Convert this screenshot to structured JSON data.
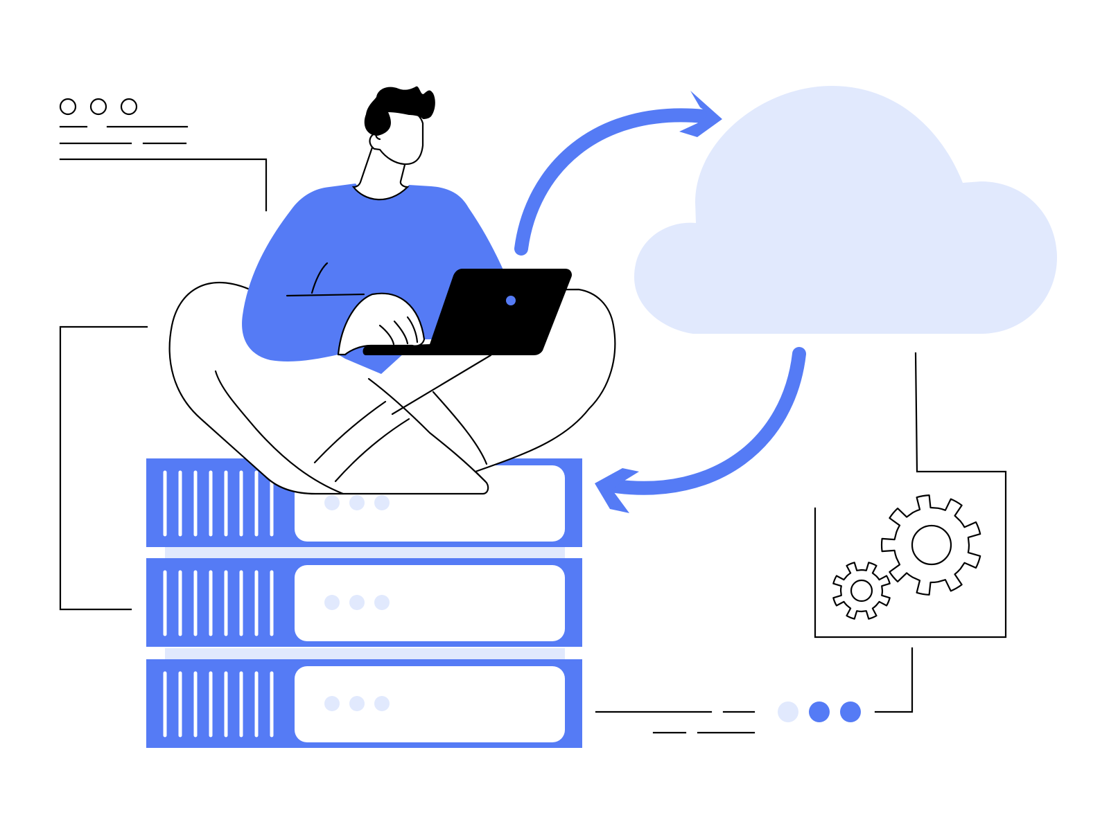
{
  "colors": {
    "accent": "#557bf5",
    "cloud_fill": "#e1e9fd",
    "server_dot": "#e1e9fd",
    "outline": "#000000",
    "background": "#ffffff"
  },
  "icons": [
    "window-dots-icon",
    "cloud-icon",
    "server-rack-icon",
    "gear-icon",
    "laptop-icon",
    "sync-arrow-icon",
    "loading-dots-icon"
  ],
  "servers": [
    {
      "dots": 3
    },
    {
      "dots": 3
    },
    {
      "dots": 3
    }
  ],
  "progress_dots": {
    "total": 3,
    "active": 2
  }
}
